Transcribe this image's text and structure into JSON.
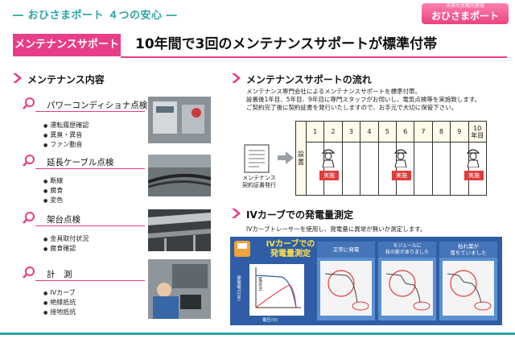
{
  "header": {
    "top_title": "― おひさまポート ４つの安心 ―",
    "logo_small": "未来の太陽光発電",
    "logo_main": "おひさまポート",
    "badge": "メンテナンスサポート",
    "headline": "10年間で3回のメンテナンスサポートが標準付帯"
  },
  "left": {
    "title": "メンテナンス内容",
    "items": [
      {
        "label": "パワーコンディショナ点検",
        "bullets": [
          "運転履歴確認",
          "異臭・異音",
          "ファン動音"
        ]
      },
      {
        "label": "延長ケーブル点検",
        "bullets": [
          "断線",
          "腐食",
          "変色"
        ]
      },
      {
        "label": "架台点検",
        "bullets": [
          "金具取付状況",
          "腐食確認"
        ]
      },
      {
        "label": "計　測",
        "bullets": [
          "IVカーブ",
          "絶縁抵抗",
          "接地抵抗"
        ]
      }
    ]
  },
  "flow": {
    "title": "メンテナンスサポートの流れ",
    "desc": [
      "メンテナンス専門会社によるメンテナンスサポートを標準付帯。",
      "設置後1年目、5年目、9年目に専門スタッフがお伺いし、電気点検等を実施致します。",
      "ご契約完了後に契約証書を発行いたしますので、お手元で大切に保管下さい。"
    ],
    "doc_label": "メンテナンス\n契約証書発行",
    "row_label": "設置",
    "years": [
      "1",
      "2",
      "3",
      "4",
      "5",
      "6",
      "7",
      "8",
      "9",
      "10\n年目"
    ],
    "jisshi_label": "実施"
  },
  "iv": {
    "title": "IVカーブでの発電量測定",
    "desc": "IVカーブトレーサーを使用し、発電量に異常が無いか測定します。",
    "panel_title": "IVカーブでの\n発電量測定",
    "cases": [
      "正常に発電",
      "モジュールに\n枝の影がありました",
      "枯れ葉が\n落ちていました"
    ],
    "graph_ylabel": "電流(A)",
    "graph_xlabel": "電圧(V)",
    "graph_side": "発電電力(W)"
  },
  "colors": {
    "pink": "#e83e87",
    "teal": "#2ca6a4",
    "red": "#e23b3b",
    "navy": "#2f5ea6"
  }
}
